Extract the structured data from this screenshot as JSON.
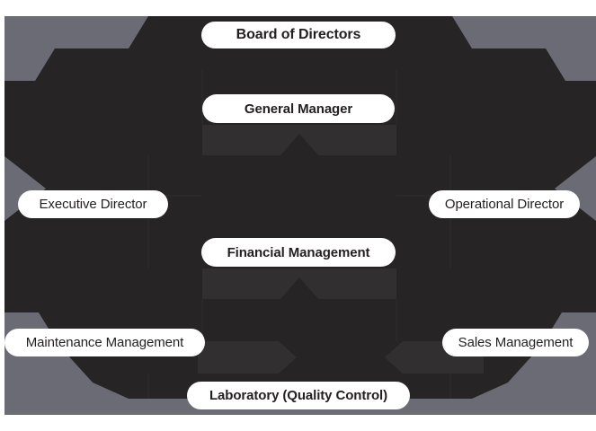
{
  "chart_data": {
    "type": "diagram",
    "diagram_type": "organizational-hierarchy",
    "title": "",
    "background_color": "#6b6b75",
    "silhouette_color": "#262425",
    "ribbon_color": "#312f30",
    "node_fill": "#ffffff",
    "node_text_color": "#231f20",
    "nodes": [
      {
        "id": "board",
        "label": "Board of Directors",
        "level": 0,
        "position": "center",
        "emphasis": "bold"
      },
      {
        "id": "gm",
        "label": "General Manager",
        "level": 1,
        "position": "center",
        "emphasis": "bold"
      },
      {
        "id": "exec",
        "label": "Executive Director",
        "level": 2,
        "position": "left",
        "emphasis": "regular"
      },
      {
        "id": "oper",
        "label": "Operational Director",
        "level": 2,
        "position": "right",
        "emphasis": "regular"
      },
      {
        "id": "finance",
        "label": "Financial Management",
        "level": 3,
        "position": "center",
        "emphasis": "bold"
      },
      {
        "id": "maint",
        "label": "Maintenance Management",
        "level": 4,
        "position": "left",
        "emphasis": "regular"
      },
      {
        "id": "sales",
        "label": "Sales Management",
        "level": 4,
        "position": "right",
        "emphasis": "regular"
      },
      {
        "id": "lab",
        "label": "Laboratory (Quality Control)",
        "level": 5,
        "position": "center",
        "emphasis": "bold"
      }
    ],
    "edges": [
      {
        "from": "board",
        "to": "gm",
        "style": "ribbon-down"
      },
      {
        "from": "gm",
        "to": "exec",
        "style": "ribbon-branch"
      },
      {
        "from": "gm",
        "to": "oper",
        "style": "ribbon-branch"
      },
      {
        "from": "exec",
        "to": "finance",
        "style": "ribbon-down"
      },
      {
        "from": "oper",
        "to": "finance",
        "style": "ribbon-down"
      },
      {
        "from": "finance",
        "to": "maint",
        "style": "arrow-left"
      },
      {
        "from": "finance",
        "to": "sales",
        "style": "arrow-right"
      },
      {
        "from": "maint",
        "to": "lab",
        "style": "ribbon-down"
      },
      {
        "from": "sales",
        "to": "lab",
        "style": "ribbon-down"
      }
    ]
  },
  "nodes": {
    "board": {
      "label": "Board of Directors"
    },
    "gm": {
      "label": "General Manager"
    },
    "exec": {
      "label": "Executive Director"
    },
    "oper": {
      "label": "Operational Director"
    },
    "finance": {
      "label": "Financial Management"
    },
    "maint": {
      "label": "Maintenance Management"
    },
    "sales": {
      "label": "Sales Management"
    },
    "lab": {
      "label": "Laboratory (Quality Control)"
    }
  }
}
